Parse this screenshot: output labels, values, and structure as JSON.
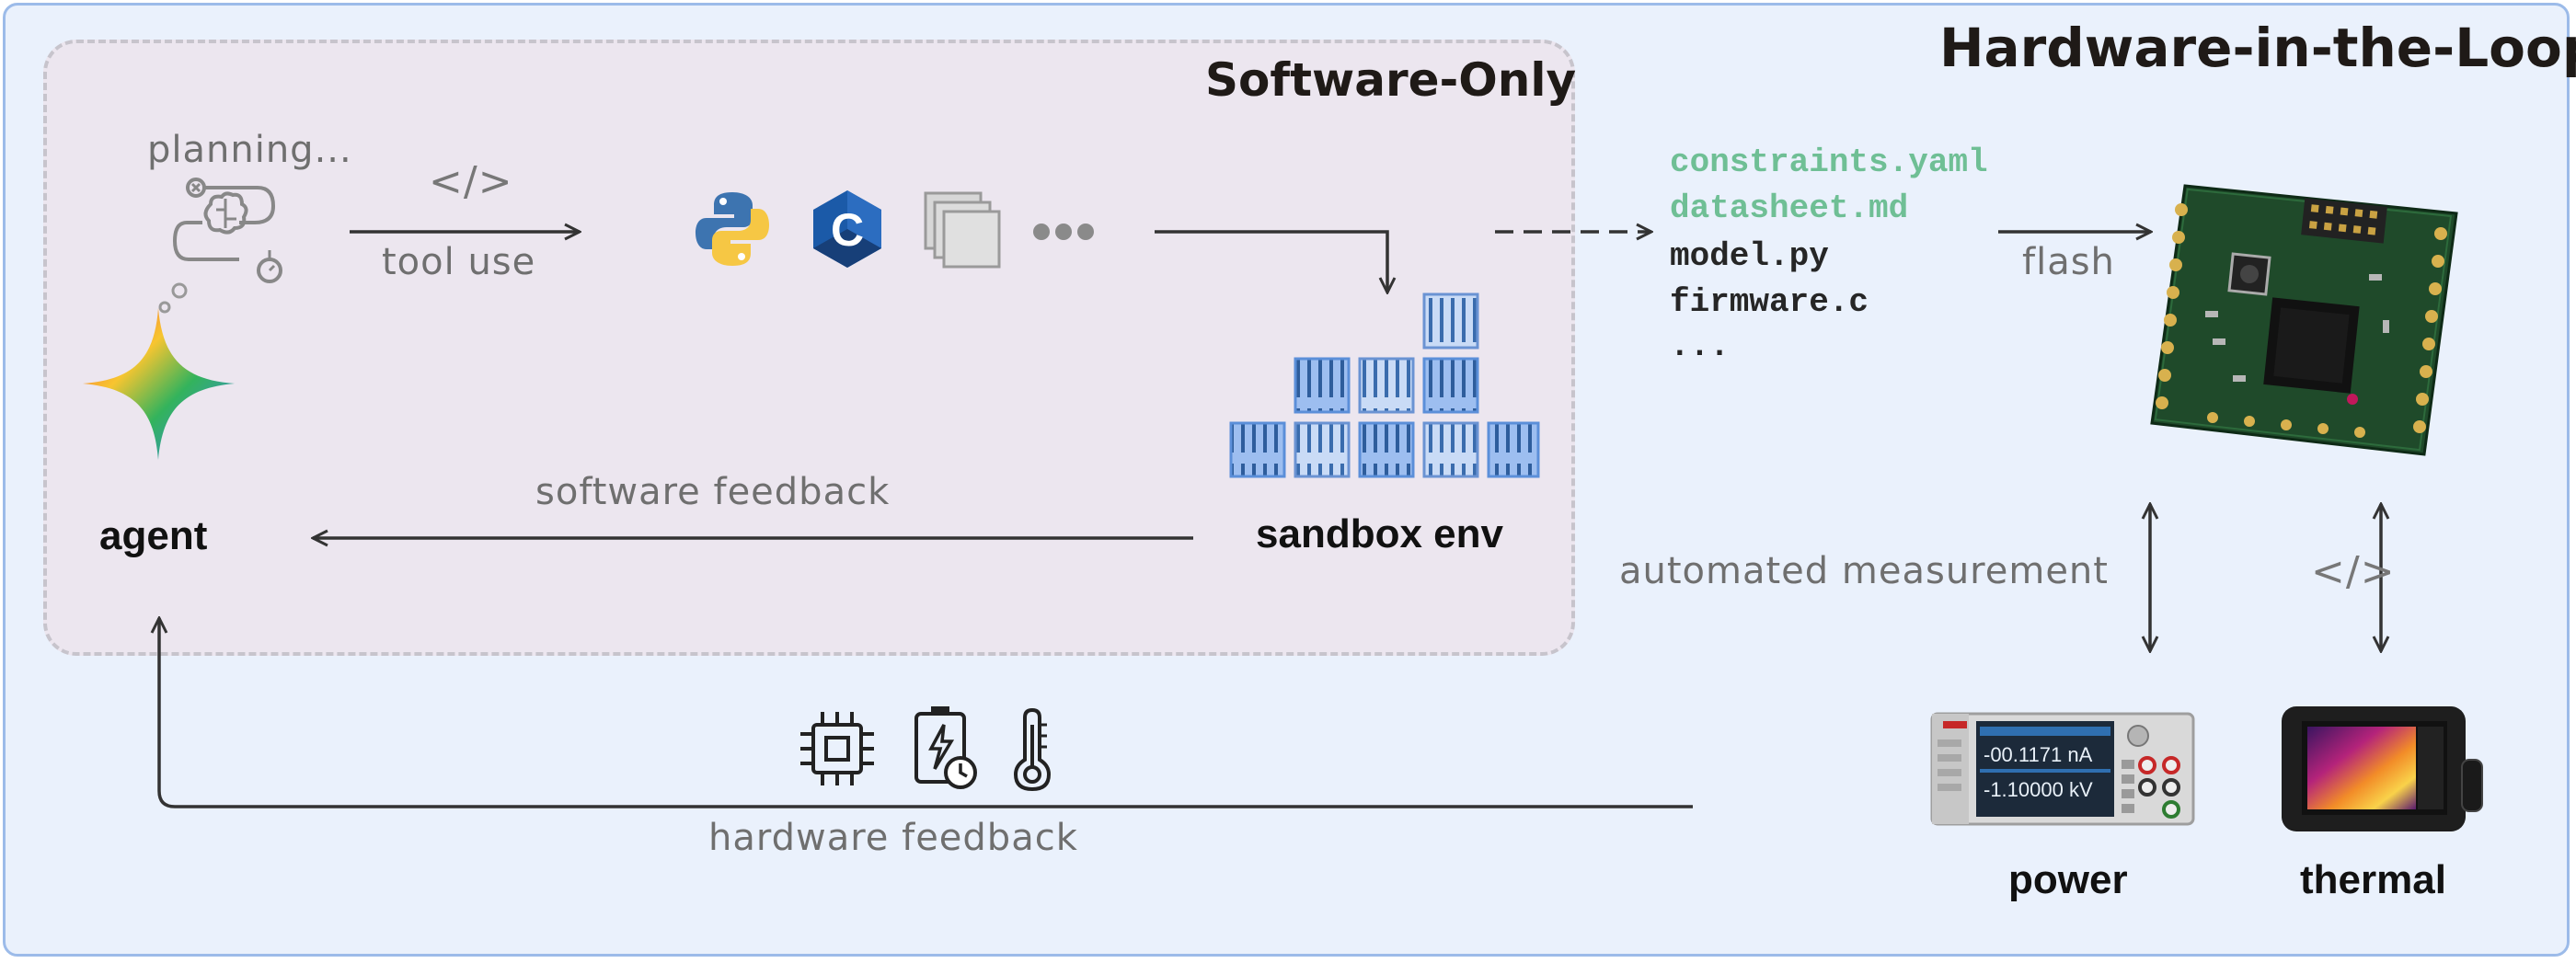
{
  "titles": {
    "hil": "Hardware-in-the-Loop",
    "software_only": "Software-Only"
  },
  "labels": {
    "planning": "planning...",
    "code_tag": "</>",
    "tool_use": "tool use",
    "software_feedback": "software feedback",
    "agent": "agent",
    "sandbox_env": "sandbox env",
    "hardware_feedback": "hardware feedback",
    "automated_measurement": "automated measurement",
    "flash": "flash",
    "power": "power",
    "thermal": "thermal",
    "code_tag_right": "</>"
  },
  "files": [
    {
      "name": "constraints.yaml",
      "color": "green"
    },
    {
      "name": "datasheet.md",
      "color": "green"
    },
    {
      "name": "model.py",
      "color": "dark"
    },
    {
      "name": "firmware.c",
      "color": "dark"
    },
    {
      "name": "...",
      "color": "dark"
    }
  ],
  "instrument": {
    "reading_1": "-00.1171 nA",
    "reading_2": "-1.10000 kV"
  },
  "icons": [
    "planning-brain-icon",
    "agent-star-icon",
    "python-icon",
    "c-language-icon",
    "file-stack-icon",
    "more-dots-icon",
    "container-stack-icon",
    "chip-icon",
    "battery-clock-icon",
    "thermometer-icon",
    "circuit-board-icon",
    "source-meter-icon",
    "thermal-camera-icon"
  ],
  "colors": {
    "outer_bg": "#eaf1fc",
    "outer_border": "#9cbbe9",
    "inner_bg": "#ece6ef",
    "green_text": "#6fbf95",
    "container_blue": "#5b8fd9",
    "board_green": "#1f4a2a"
  }
}
